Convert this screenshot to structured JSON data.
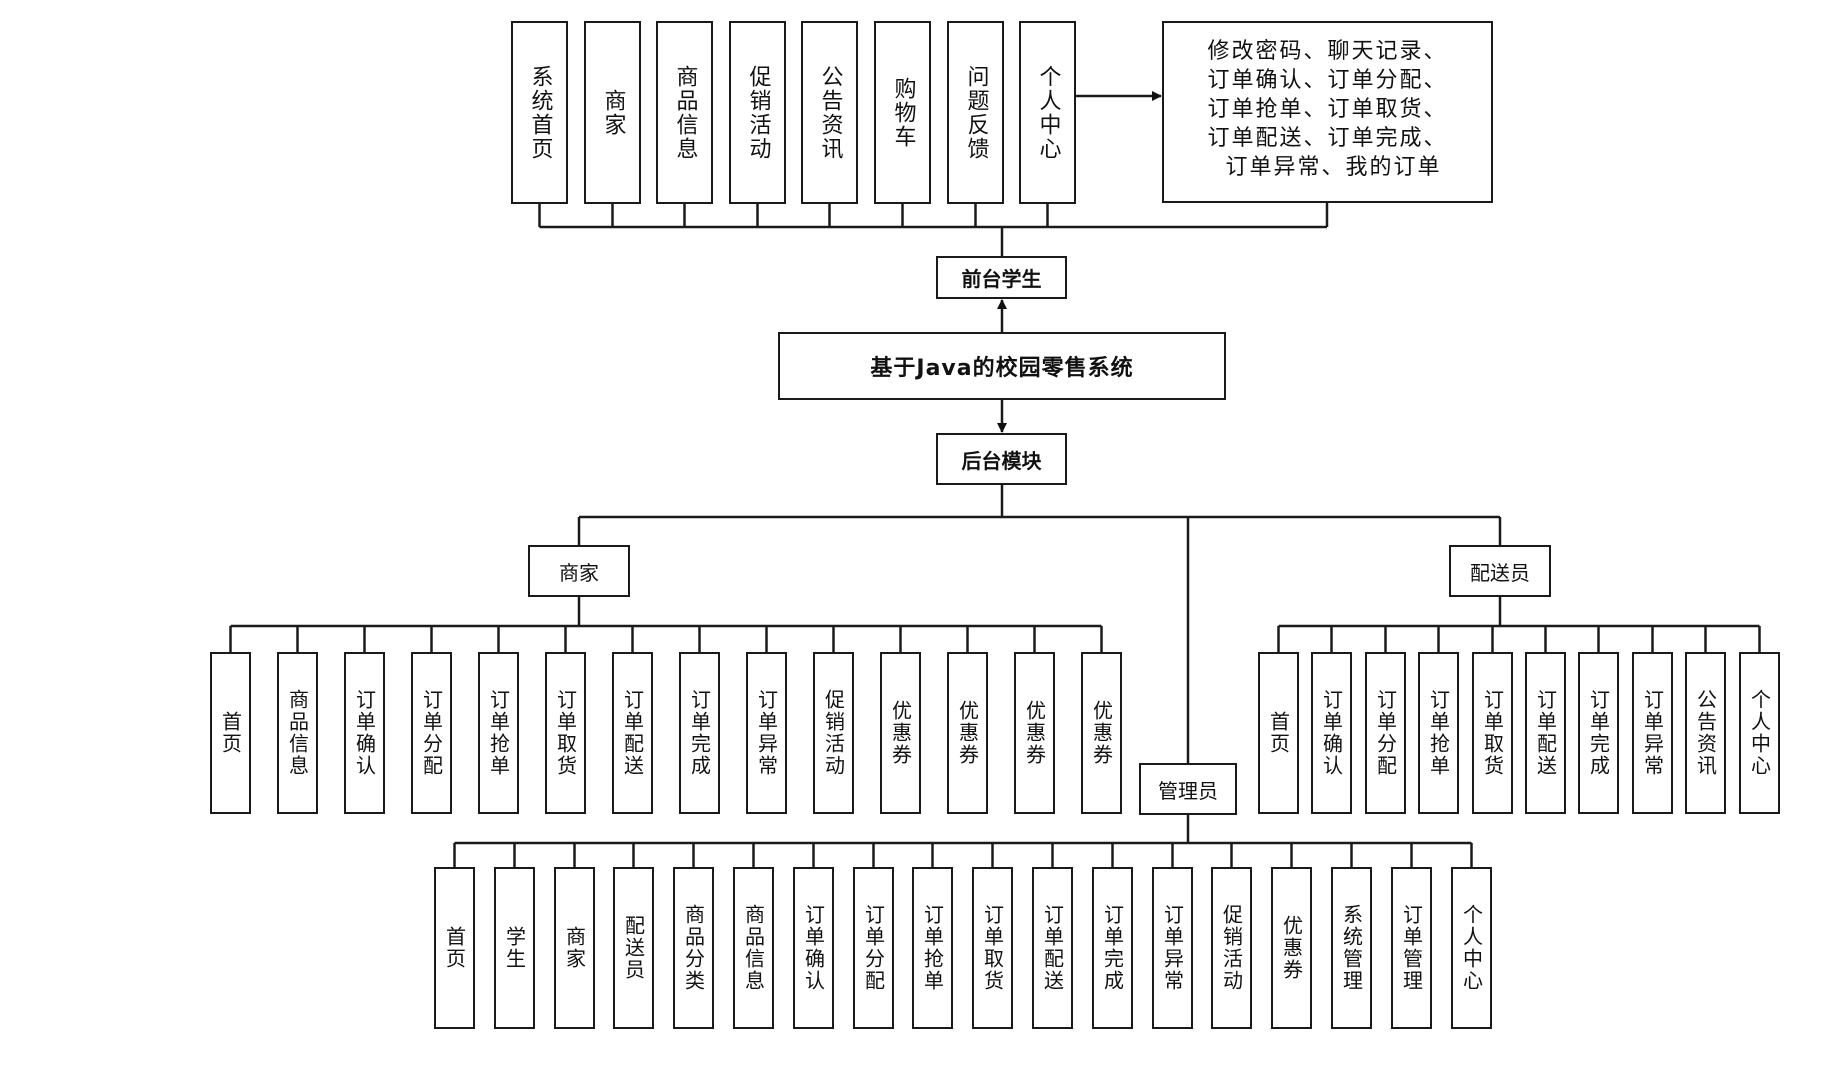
{
  "title": "基于Java的校园零售系统",
  "frontend": {
    "label": "前台学生",
    "modules": [
      "系统首页",
      "商家",
      "商品信息",
      "促销活动",
      "公告资讯",
      "购物车",
      "问题反馈",
      "个人中心"
    ],
    "personal_center_details": [
      "修改密码、聊天记录、",
      "订单确认、订单分配、",
      "订单抢单、订单取货、",
      "订单配送、订单完成、",
      "订单异常、我的订单"
    ]
  },
  "backend": {
    "label": "后台模块",
    "merchant": {
      "label": "商家",
      "modules": [
        "首页",
        "商品信息",
        "订单确认",
        "订单分配",
        "订单抢单",
        "订单取货",
        "订单配送",
        "订单完成",
        "订单异常",
        "促销活动",
        "优惠券",
        "优惠券",
        "优惠券",
        "优惠券"
      ]
    },
    "admin": {
      "label": "管理员",
      "modules": [
        "首页",
        "学生",
        "商家",
        "配送员",
        "商品分类",
        "商品信息",
        "订单确认",
        "订单分配",
        "订单抢单",
        "订单取货",
        "订单配送",
        "订单完成",
        "订单异常",
        "促销活动",
        "优惠券",
        "系统管理",
        "订单管理",
        "个人中心"
      ]
    },
    "courier": {
      "label": "配送员",
      "modules": [
        "首页",
        "订单确认",
        "订单分配",
        "订单抢单",
        "订单取货",
        "订单配送",
        "订单完成",
        "订单异常",
        "公告资讯",
        "个人中心"
      ]
    }
  }
}
